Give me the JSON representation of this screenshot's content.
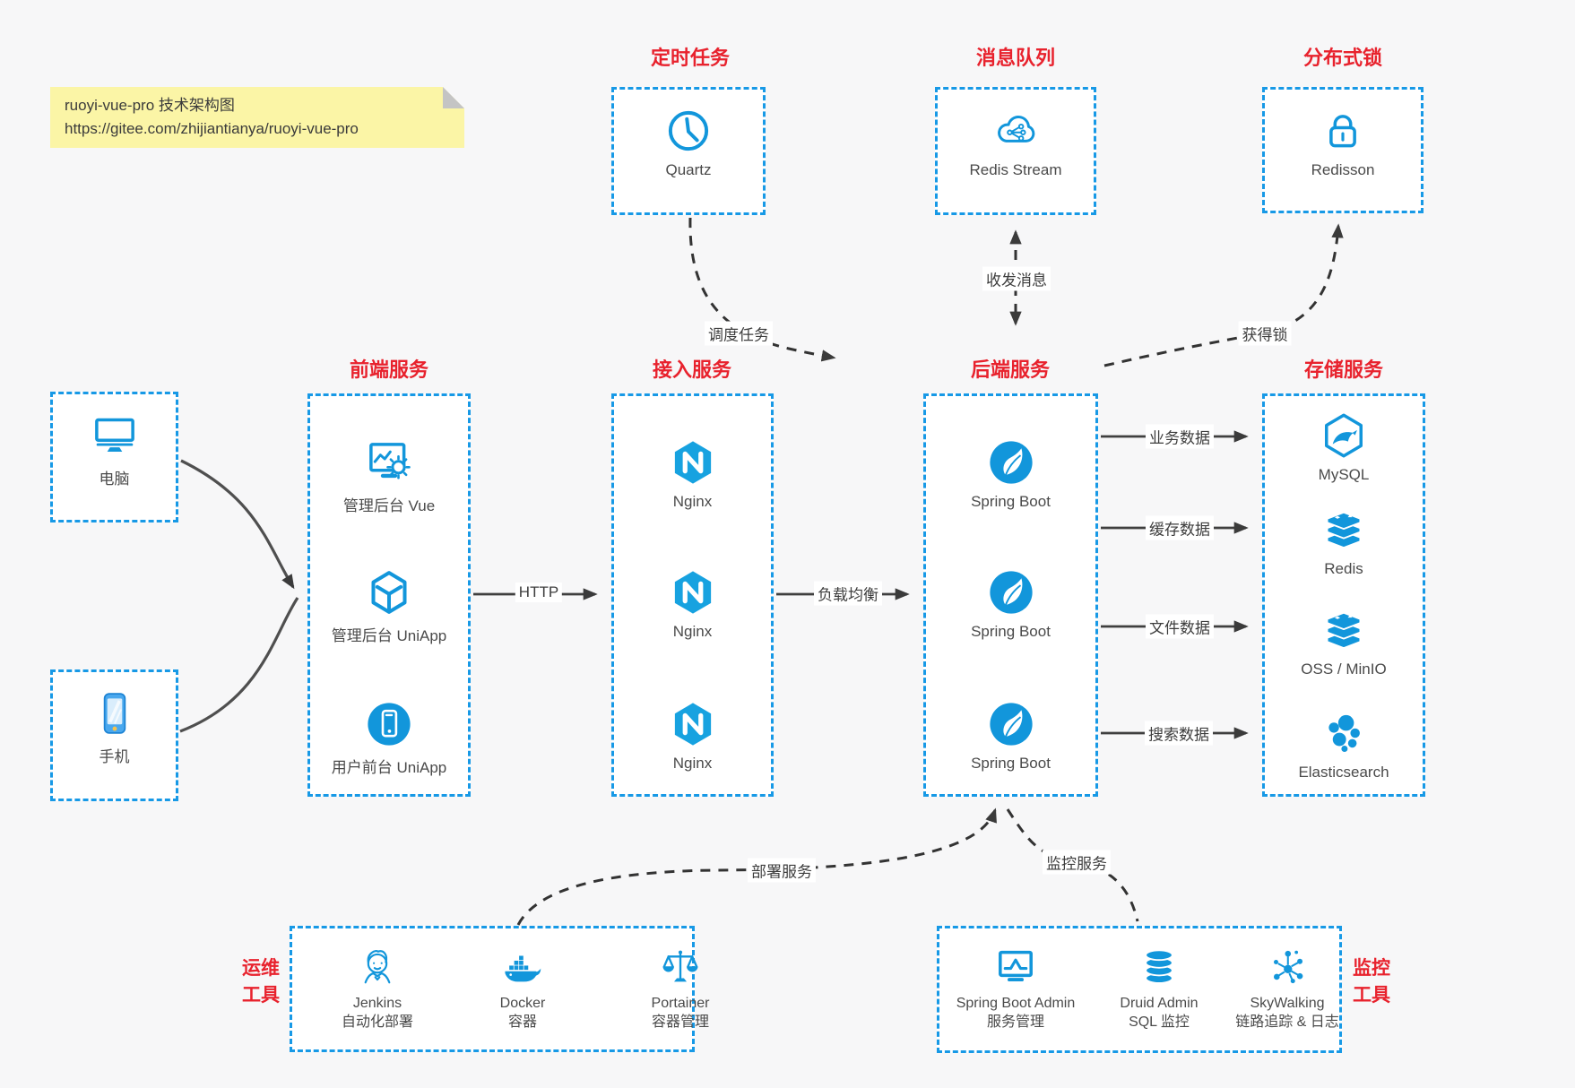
{
  "note": {
    "title": "ruoyi-vue-pro 技术架构图",
    "url": "https://gitee.com/zhijiantianya/ruoyi-vue-pro"
  },
  "groups": {
    "scheduler": {
      "title": "定时任务",
      "item": {
        "label": "Quartz",
        "icon": "clock-icon"
      }
    },
    "mq": {
      "title": "消息队列",
      "item": {
        "label": "Redis Stream",
        "icon": "cloud-share-icon"
      }
    },
    "lock": {
      "title": "分布式锁",
      "item": {
        "label": "Redisson",
        "icon": "lock-icon"
      }
    },
    "frontend": {
      "title": "前端服务",
      "items": [
        {
          "label": "管理后台 Vue",
          "icon": "monitor-gear-icon"
        },
        {
          "label": "管理后台 UniApp",
          "icon": "uniapp-cube-icon"
        },
        {
          "label": "用户前台 UniApp",
          "icon": "phone-app-circle-icon"
        }
      ]
    },
    "gateway": {
      "title": "接入服务",
      "items": [
        {
          "label": "Nginx",
          "icon": "nginx-icon"
        },
        {
          "label": "Nginx",
          "icon": "nginx-icon"
        },
        {
          "label": "Nginx",
          "icon": "nginx-icon"
        }
      ]
    },
    "backend": {
      "title": "后端服务",
      "items": [
        {
          "label": "Spring Boot",
          "icon": "spring-boot-icon"
        },
        {
          "label": "Spring Boot",
          "icon": "spring-boot-icon"
        },
        {
          "label": "Spring Boot",
          "icon": "spring-boot-icon"
        }
      ]
    },
    "storage": {
      "title": "存储服务",
      "items": [
        {
          "label": "MySQL",
          "icon": "mysql-icon"
        },
        {
          "label": "Redis",
          "icon": "redis-stack-icon"
        },
        {
          "label": "OSS / MinIO",
          "icon": "oss-stack-icon"
        },
        {
          "label": "Elasticsearch",
          "icon": "elasticsearch-icon"
        }
      ]
    },
    "ops": {
      "title_line1": "运维",
      "title_line2": "工具",
      "items": [
        {
          "label": "Jenkins",
          "sublabel": "自动化部署",
          "icon": "jenkins-icon"
        },
        {
          "label": "Docker",
          "sublabel": "容器",
          "icon": "docker-icon"
        },
        {
          "label": "Portainer",
          "sublabel": "容器管理",
          "icon": "portainer-icon"
        }
      ]
    },
    "monitoring": {
      "title_line1": "监控",
      "title_line2": "工具",
      "items": [
        {
          "label": "Spring Boot Admin",
          "sublabel": "服务管理",
          "icon": "monitor-pulse-icon"
        },
        {
          "label": "Druid Admin",
          "sublabel": "SQL 监控",
          "icon": "database-icon"
        },
        {
          "label": "SkyWalking",
          "sublabel": "链路追踪 & 日志",
          "icon": "topology-icon"
        }
      ]
    }
  },
  "clients": {
    "desktop": {
      "label": "电脑",
      "icon": "desktop-icon"
    },
    "mobile": {
      "label": "手机",
      "icon": "smartphone-icon"
    }
  },
  "edges": {
    "http": "HTTP",
    "load_balance": "负载均衡",
    "business_data": "业务数据",
    "cache_data": "缓存数据",
    "file_data": "文件数据",
    "search_data": "搜索数据",
    "schedule_task": "调度任务",
    "send_receive_message": "收发消息",
    "acquire_lock": "获得锁",
    "deploy_service": "部署服务",
    "monitor_service": "监控服务"
  },
  "colors": {
    "accent_blue": "#1799e6",
    "icon_blue": "#1296db",
    "title_red": "#e8222d",
    "note_bg": "#fbf5a6",
    "background": "#f7f7f8"
  }
}
